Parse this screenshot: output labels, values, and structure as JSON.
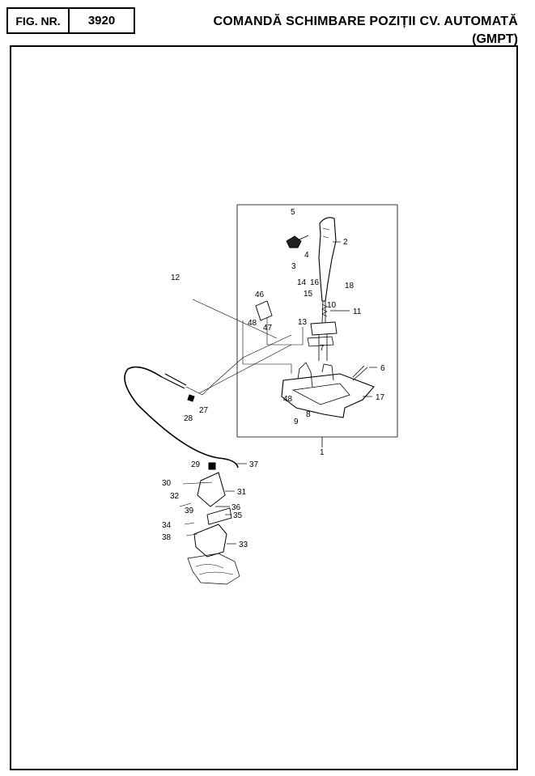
{
  "header": {
    "fig_label": "FIG. NR.",
    "fig_number": "3920",
    "title_line1": "COMANDĂ SCHIMBARE POZIȚII CV. AUTOMATĂ",
    "title_line2": "(GMPT)"
  },
  "callouts": [
    "1",
    "2",
    "3",
    "4",
    "5",
    "6",
    "7",
    "8",
    "9",
    "10",
    "11",
    "12",
    "13",
    "14",
    "15",
    "16",
    "17",
    "18",
    "27",
    "28",
    "29",
    "30",
    "31",
    "32",
    "33",
    "34",
    "35",
    "36",
    "37",
    "38",
    "39",
    "46",
    "47",
    "48",
    "48"
  ]
}
